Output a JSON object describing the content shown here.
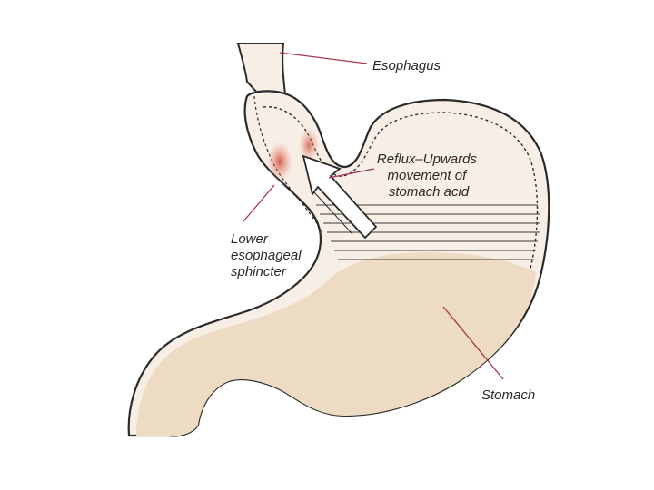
{
  "labels": {
    "esophagus": "Esophagus",
    "reflux": [
      "Reflux–Upwards",
      "movement of",
      "stomach acid"
    ],
    "sphincter": [
      "Lower",
      "esophageal",
      "sphincter"
    ],
    "stomach": "Stomach"
  },
  "colors": {
    "background": "#ffffff",
    "tissue_fill": "#f7efe6",
    "stomach_contents": "#eedbc4",
    "wall_outline": "#2b2b2b",
    "irritation": "#d8604a",
    "leader_line": "#a8334a",
    "label_text": "#2a2a2a"
  }
}
